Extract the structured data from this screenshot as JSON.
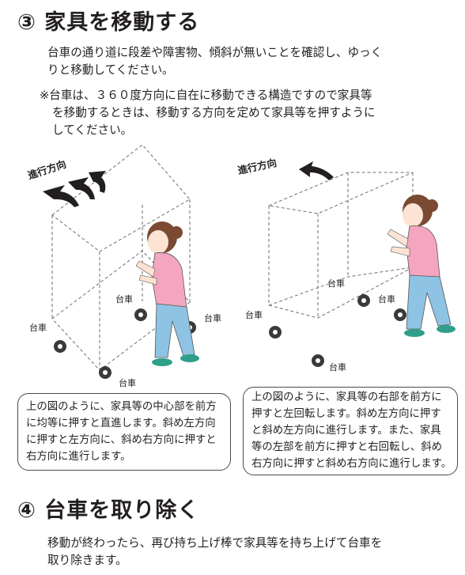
{
  "section3": {
    "number": "③",
    "title": "家具を移動する",
    "intro_line1": "台車の通り道に段差や障害物、傾斜が無いことを確認し、ゆっく",
    "intro_line2": "りと移動してください。",
    "note_line1": "※台車は、３６０度方向に自在に移動できる構造ですので家具等",
    "note_line2": "を移動するときは、移動する方向を定めて家具等を押すように",
    "note_line3": "してください。"
  },
  "left_figure": {
    "direction_label": "進行方向",
    "caster_label": "台車",
    "caption": [
      "上の図のように、家具等の中心部を前方",
      "に均等に押すと直進します。斜め左方向",
      "に押すと左方向に、斜め右方向に押すと",
      "右方向に進行します。"
    ]
  },
  "right_figure": {
    "direction_label": "進行方向",
    "caster_label": "台車",
    "caption": [
      "上の図のように、家具等の右部を前方に",
      "押すと左回転します。斜め左方向に押す",
      "と斜め左方向に進行します。また、家具",
      "等の左部を前方に押すと右回転し、斜め",
      "右方向に押すと斜め右方向に進行します。"
    ]
  },
  "section4": {
    "number": "④",
    "title": "台車を取り除く",
    "body_line1": "移動が終わったら、再び持ち上げ棒で家具等を持ち上げて台車を",
    "body_line2": "取り除きます。"
  },
  "colors": {
    "text": "#231f20",
    "shirt": "#f4a6c0",
    "pants": "#8fc3e3",
    "hair": "#7a4a32",
    "skin": "#fde3d3",
    "shoes": "#2f9f8a"
  }
}
